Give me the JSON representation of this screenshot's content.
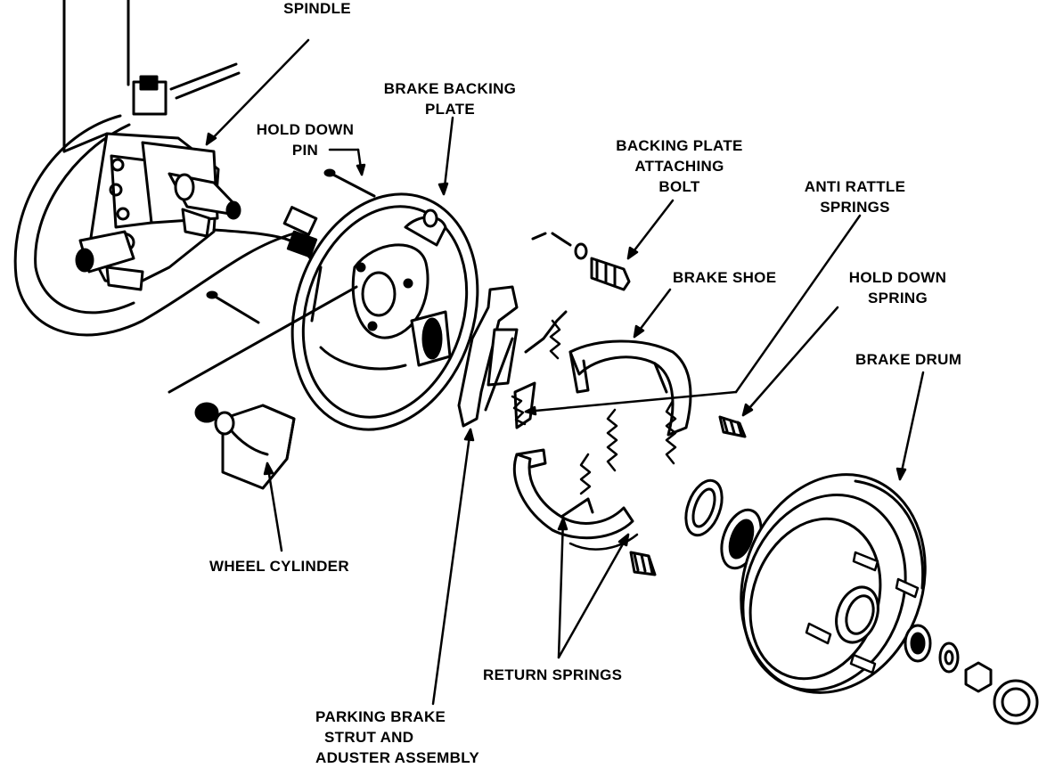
{
  "labels": {
    "spindle": "SPINDLE",
    "brake_backing_plate": "BRAKE BACKING\nPLATE",
    "hold_down_pin": "HOLD DOWN\nPIN",
    "backing_plate_attaching_bolt": "BACKING PLATE\nATTACHING\nBOLT",
    "anti_rattle_springs": "ANTI RATTLE\nSPRINGS",
    "brake_shoe": "BRAKE SHOE",
    "hold_down_spring": "HOLD DOWN\nSPRING",
    "brake_drum": "BRAKE DRUM",
    "wheel_cylinder": "WHEEL CYLINDER",
    "return_springs": "RETURN SPRINGS",
    "parking_brake_strut": "PARKING BRAKE\n  STRUT AND\nADUSTER ASSEMBLY"
  },
  "colors": {
    "ink": "#000000",
    "paper": "#ffffff"
  }
}
